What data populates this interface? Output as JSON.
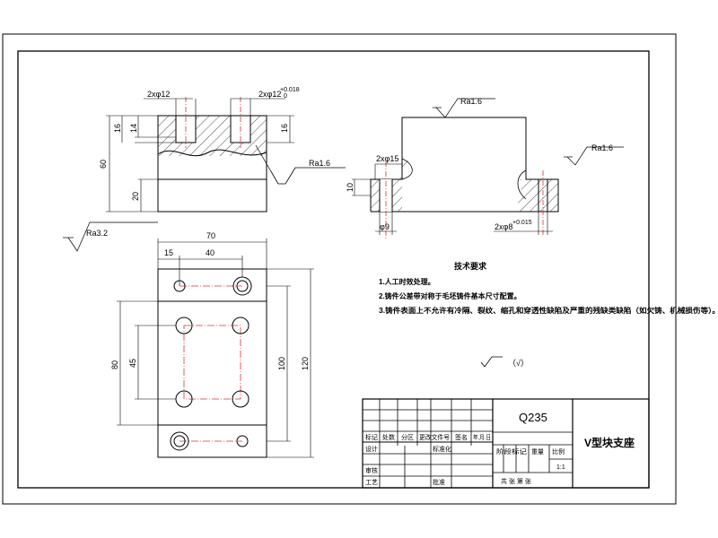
{
  "front_view": {
    "callout_left": "2xφ12",
    "callout_right": "2xφ12",
    "callout_right_tol": "+0.018",
    "callout_right_tol_lo": "0",
    "dim_14": "14",
    "dim_16_left": "16",
    "dim_16_right": "16",
    "dim_60": "60",
    "dim_20": "20",
    "rough_1": "Ra1.6",
    "rough_2": "Ra3.2"
  },
  "side_view": {
    "rough_top": "Ra1.6",
    "rough_right": "Ra1.6",
    "callout_left": "2xφ15",
    "dim_10": "10",
    "dim_phi9": "φ9",
    "callout_bottom": "2xφ8",
    "callout_bottom_tol": "+0.015"
  },
  "top_view": {
    "dim_70": "70",
    "dim_15": "15",
    "dim_40": "40",
    "dim_80": "80",
    "dim_45": "45",
    "dim_100": "100",
    "dim_120": "120"
  },
  "notes": {
    "heading": "技术要求",
    "items": [
      "1.人工时效处理。",
      "2.铸件公差带对称于毛坯铸件基本尺寸配置。",
      "3.铸件表面上不允许有冷隔、裂纹、缩孔和穿透性缺陷及严重的残缺类缺陷（如欠铸、机械损伤等）。"
    ],
    "rough_symbol_text": "（√）"
  },
  "title_block": {
    "material": "Q235",
    "part_name": "V型块支座",
    "scale": "1:1",
    "header_labels": [
      "标记",
      "处数",
      "分区",
      "更改文件号",
      "签名",
      "年.月.日"
    ],
    "row_design": "设计",
    "row_standard": "标准化",
    "row_check": "审核",
    "row_process": "工艺",
    "row_approve": "批准",
    "stage_label": "阶段标记",
    "weight_label": "重量",
    "scale_label": "比例",
    "sheet_label": "共 张 第 张"
  }
}
